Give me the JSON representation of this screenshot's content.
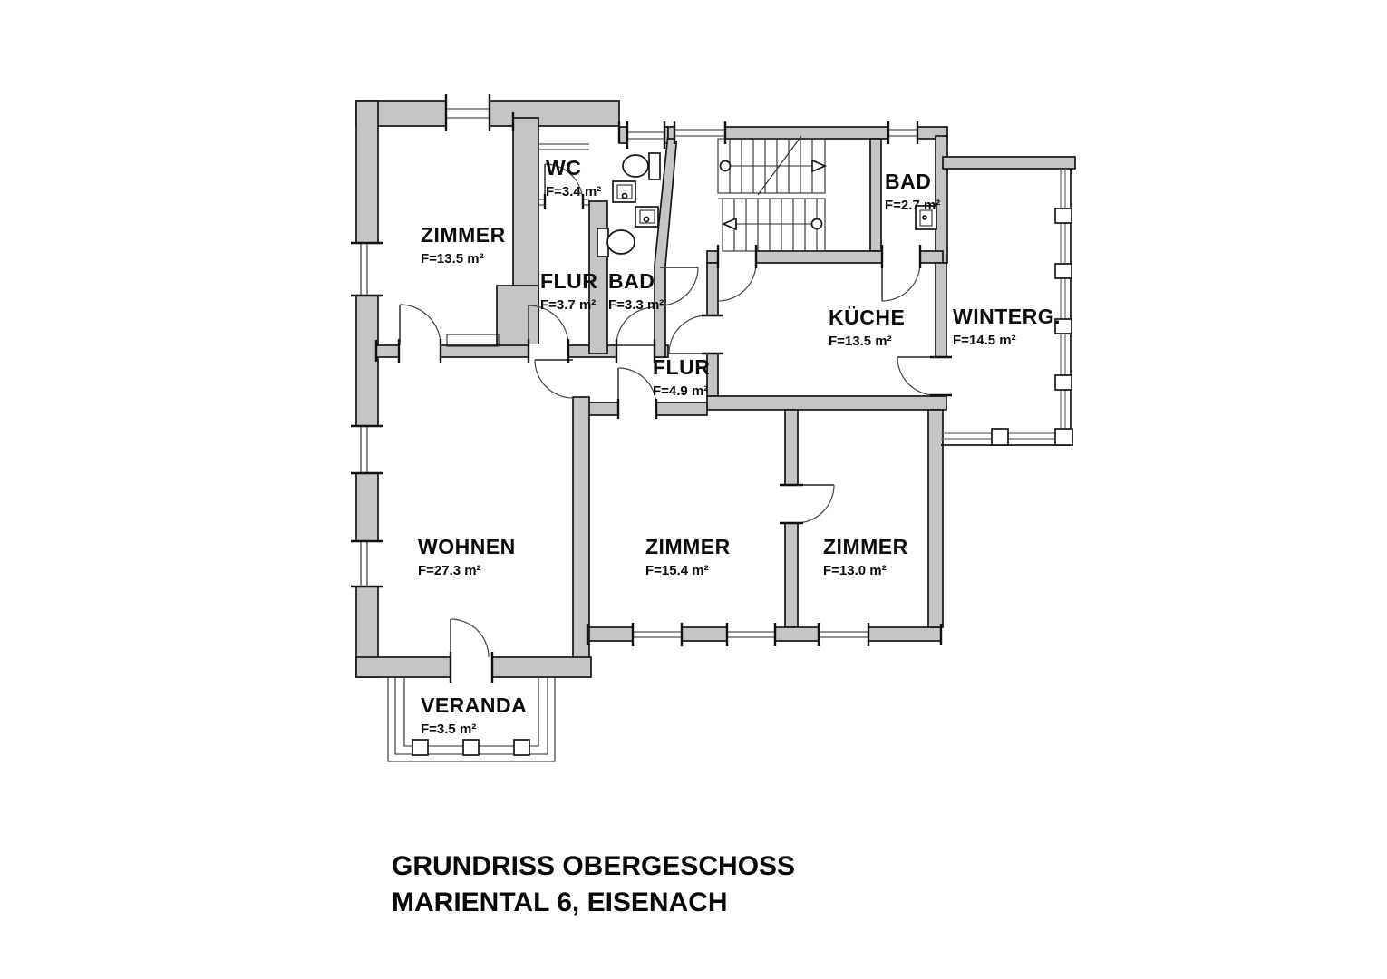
{
  "title": {
    "line1": "GRUNDRISS OBERGESCHOSS",
    "line2": "MARIENTAL 6, EISENACH"
  },
  "rooms": [
    {
      "id": "zimmer-nw",
      "name": "ZIMMER",
      "area": "F=13.5 m²"
    },
    {
      "id": "wc",
      "name": "WC",
      "area": "F=3.4 m²"
    },
    {
      "id": "flur-klein",
      "name": "FLUR",
      "area": "F=3.7 m²"
    },
    {
      "id": "bad-mitte",
      "name": "BAD",
      "area": "F=3.3 m²"
    },
    {
      "id": "bad-ost",
      "name": "BAD",
      "area": "F=2.7 m²"
    },
    {
      "id": "kueche",
      "name": "KÜCHE",
      "area": "F=13.5 m²"
    },
    {
      "id": "wintergarten",
      "name": "WINTERG.",
      "area": "F=14.5 m²"
    },
    {
      "id": "flur-zentral",
      "name": "FLUR",
      "area": "F=4.9 m²"
    },
    {
      "id": "wohnen",
      "name": "WOHNEN",
      "area": "F=27.3 m²"
    },
    {
      "id": "zimmer-sued",
      "name": "ZIMMER",
      "area": "F=15.4 m²"
    },
    {
      "id": "zimmer-so",
      "name": "ZIMMER",
      "area": "F=13.0 m²"
    },
    {
      "id": "veranda",
      "name": "VERANDA",
      "area": "F=3.5 m²"
    }
  ],
  "colors": {
    "wall_fill": "#c5c5c5",
    "line": "#161616",
    "background": "#ffffff"
  }
}
